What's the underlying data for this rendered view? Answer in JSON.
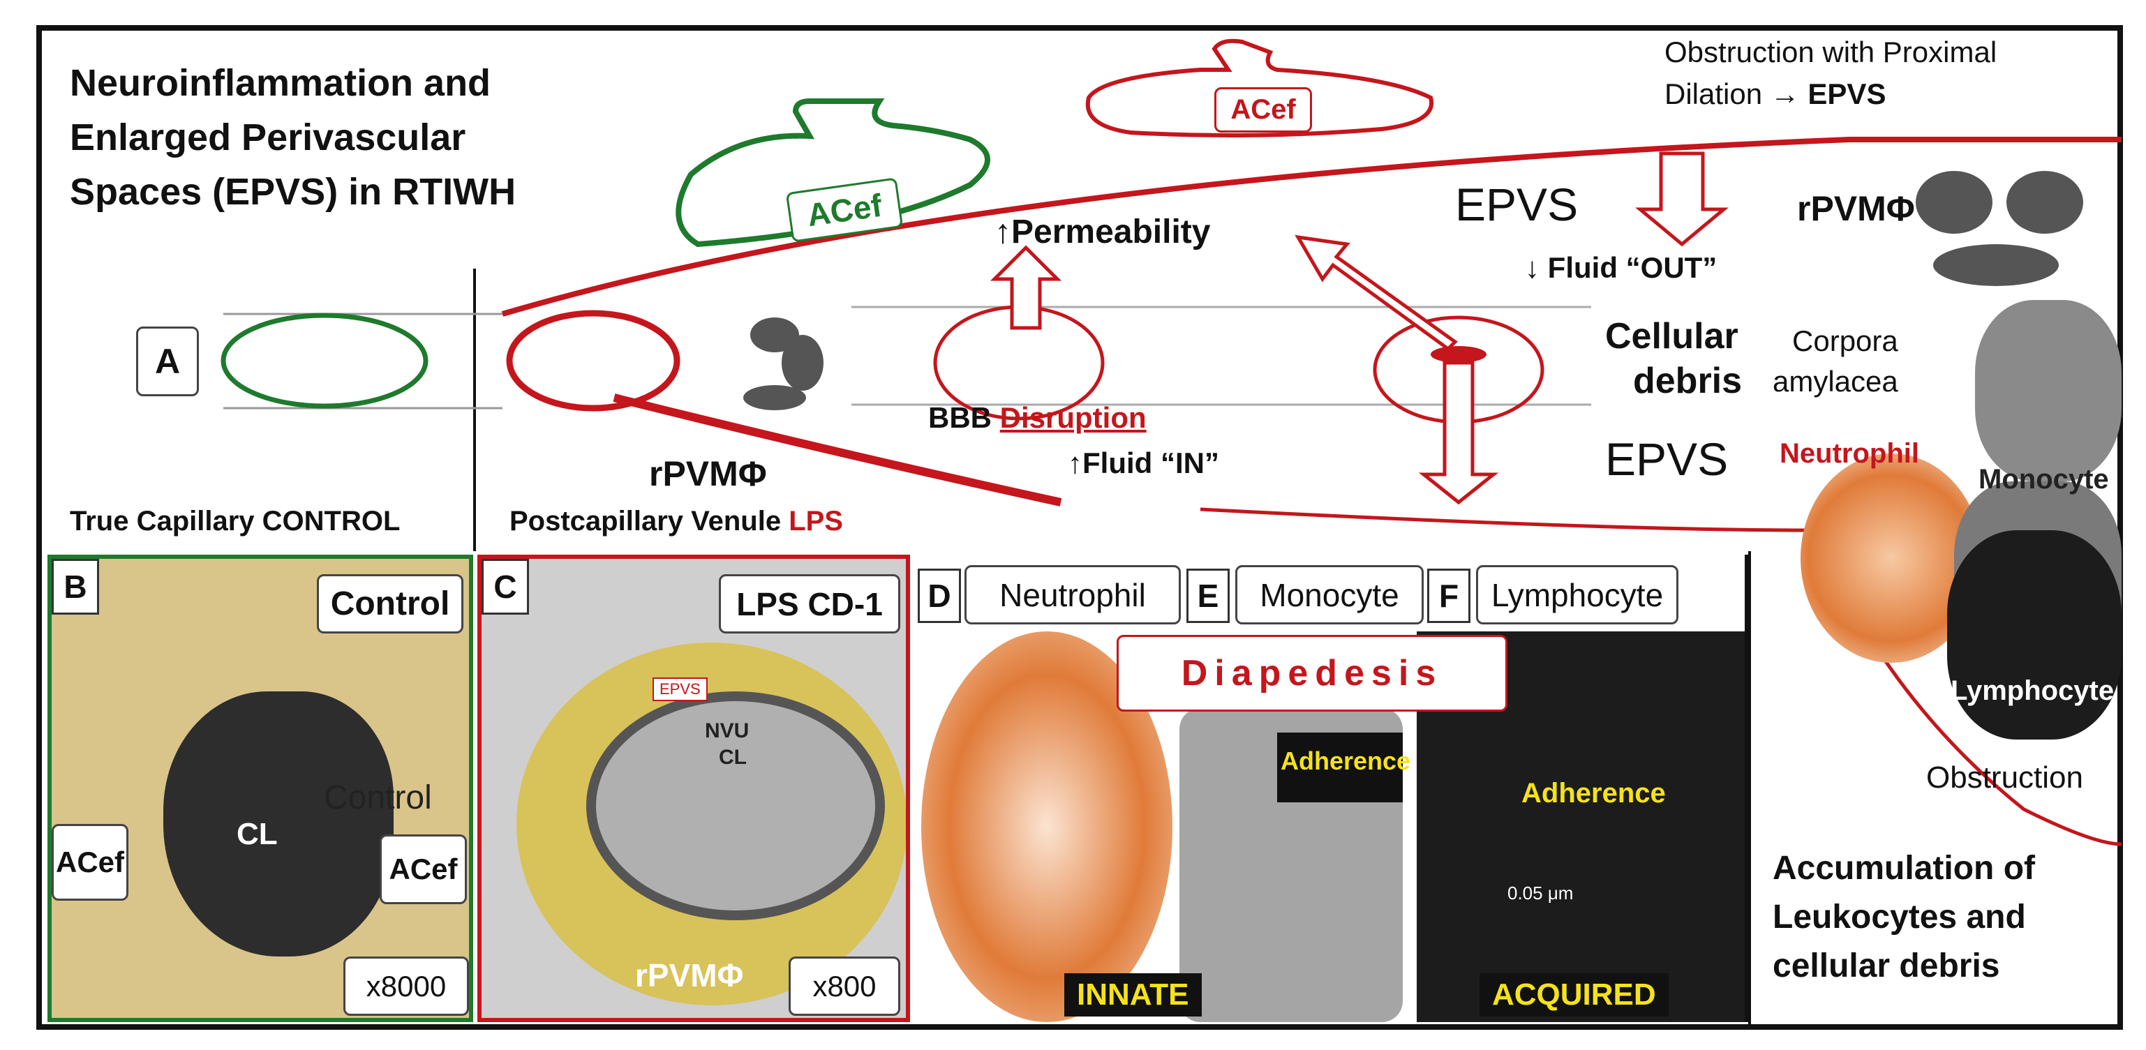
{
  "title_lines": [
    "Neuroinflammation and",
    "Enlarged Perivascular",
    "Spaces (EPVS) in RTIWH"
  ],
  "top_right_text": {
    "line1": "Obstruction with Proximal",
    "line2_prefix": "Dilation → ",
    "line2_bold": "EPVS"
  },
  "panel_a_letter": "A",
  "acef_green": "ACef",
  "acef_red": "ACef",
  "permeability": "Permeability",
  "epvs_top": "EPVS",
  "fluid_out": "Fluid “OUT”",
  "rpvm_right": "rPVMΦ",
  "cellular_debris": [
    "Cellular",
    "debris"
  ],
  "epvs_mid": "EPVS",
  "corpora": [
    "Corpora",
    "amylacea"
  ],
  "neutrophil_right": "Neutrophil",
  "monocyte_right": "Monocyte",
  "lymphocyte_right": "Lymphocyte",
  "obstruction": "Obstruction",
  "bbb_prefix": "BBB ",
  "bbb_disruption": "Disruption",
  "fluid_in": "Fluid “IN”",
  "rpvm_left": "rPVMΦ",
  "true_capillary": "True Capillary CONTROL",
  "postcap_prefix": "Postcapillary Venule ",
  "postcap_lps": "LPS",
  "accumulation": [
    "Accumulation of",
    "Leukocytes and",
    "cellular debris"
  ],
  "panel_b": {
    "letter": "B",
    "control": "Control",
    "control_overlay": "Control",
    "acef_left": "ACef",
    "acef_right": "ACef",
    "mag": "x8000",
    "cl": "CL"
  },
  "panel_c": {
    "letter": "C",
    "label": "LPS CD-1",
    "mag": "x800",
    "rpvm": "rPVMΦ",
    "epvs_tag": "EPVS",
    "nvu": "NVU",
    "cl": "CL"
  },
  "panel_d": {
    "letter": "D",
    "label": "Neutrophil",
    "footer": "INNATE"
  },
  "panel_e": {
    "letter": "E",
    "label": "Monocyte",
    "adherence": "Adherence"
  },
  "panel_f": {
    "letter": "F",
    "label": "Lymphocyte",
    "adherence": "Adherence",
    "scale": "0.05 μm",
    "footer": "ACQUIRED"
  },
  "diapedesis": "Diapedesis",
  "colors": {
    "green": "#1e7a2c",
    "red": "#c4161c",
    "orange": "#e07b39",
    "yellow": "#f5e31a"
  }
}
